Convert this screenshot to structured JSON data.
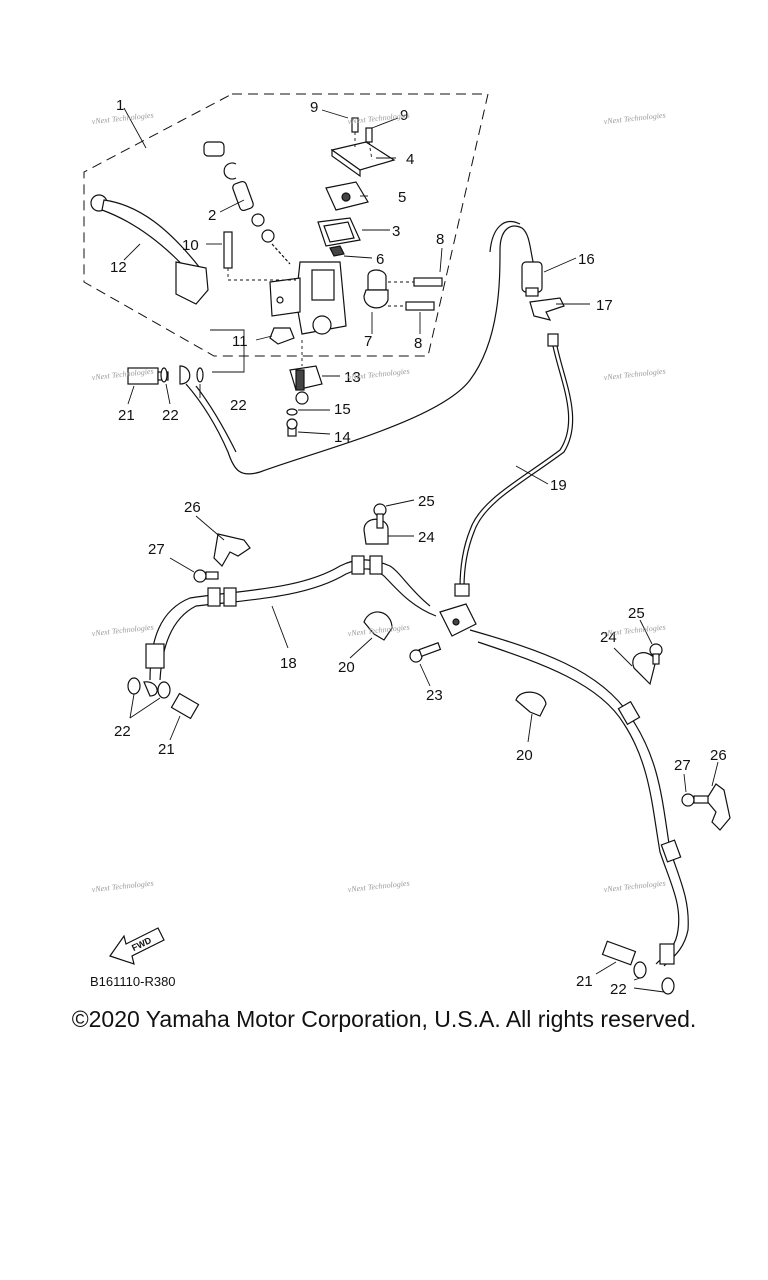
{
  "diagram": {
    "callouts": {
      "p1": "1",
      "p2": "2",
      "p3": "3",
      "p4": "4",
      "p5": "5",
      "p6": "6",
      "p7": "7",
      "p8a": "8",
      "p8b": "8",
      "p9a": "9",
      "p9b": "9",
      "p10": "10",
      "p11": "11",
      "p12": "12",
      "p13": "13",
      "p14": "14",
      "p15": "15",
      "p16": "16",
      "p17": "17",
      "p18": "18",
      "p19": "19",
      "p20a": "20",
      "p20b": "20",
      "p21a": "21",
      "p21b": "21",
      "p21c": "21",
      "p22a": "22",
      "p22b": "22",
      "p22c": "22",
      "p23": "23",
      "p24a": "24",
      "p24b": "24",
      "p25a": "25",
      "p25b": "25",
      "p26a": "26",
      "p26b": "26",
      "p27a": "27",
      "p27b": "27"
    },
    "watermark_text": "vNext Technologies",
    "fwd_label": "FWD",
    "diagram_code": "B161110-R380"
  },
  "footer": {
    "copyright": "©2020 Yamaha Motor Corporation, U.S.A. All rights reserved."
  }
}
